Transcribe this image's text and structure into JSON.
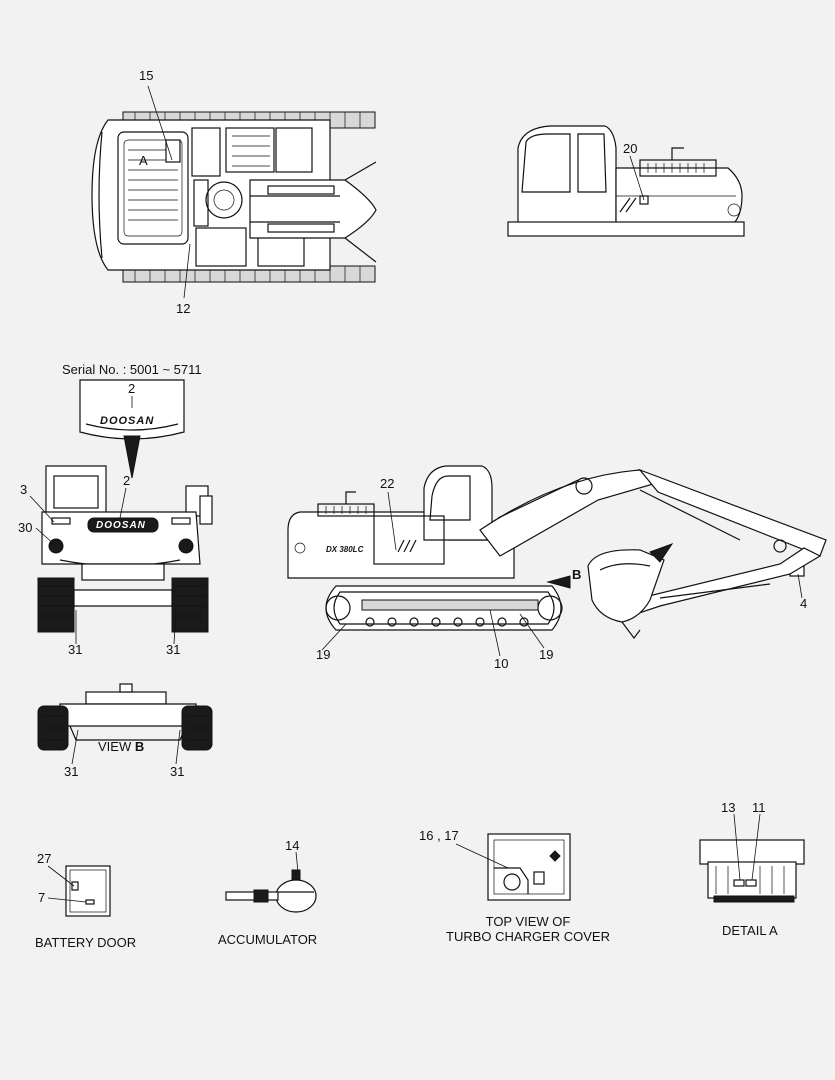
{
  "callouts": {
    "c15": "15",
    "cA_top": "A",
    "c12": "12",
    "c20": "20",
    "c2_decal": "2",
    "c2_front": "2",
    "c3": "3",
    "c30": "30",
    "c31_fl": "31",
    "c31_fr": "31",
    "c22": "22",
    "c4": "4",
    "c19_l": "19",
    "c10": "10",
    "c19_r": "19",
    "cB_arrow": "B",
    "c31_bl": "31",
    "c31_br": "31",
    "c27": "27",
    "c7": "7",
    "c14": "14",
    "c16_17": "16 , 17",
    "c13": "13",
    "c11": "11"
  },
  "serial_range": "Serial No.  : 5001 ~ 5711",
  "brand": "DOOSAN",
  "model_badge": "DX 380LC",
  "captions": {
    "view_b_prefix": "VIEW ",
    "view_b_letter": "B",
    "battery_door": "BATTERY DOOR",
    "accumulator": "ACCUMULATOR",
    "turbo_line1": "TOP VIEW OF",
    "turbo_line2": "TURBO CHARGER COVER",
    "detail_a_prefix": "DETAIL ",
    "detail_a_letter": "A"
  },
  "colors": {
    "line": "#111111",
    "background": "#f2f2f2"
  }
}
